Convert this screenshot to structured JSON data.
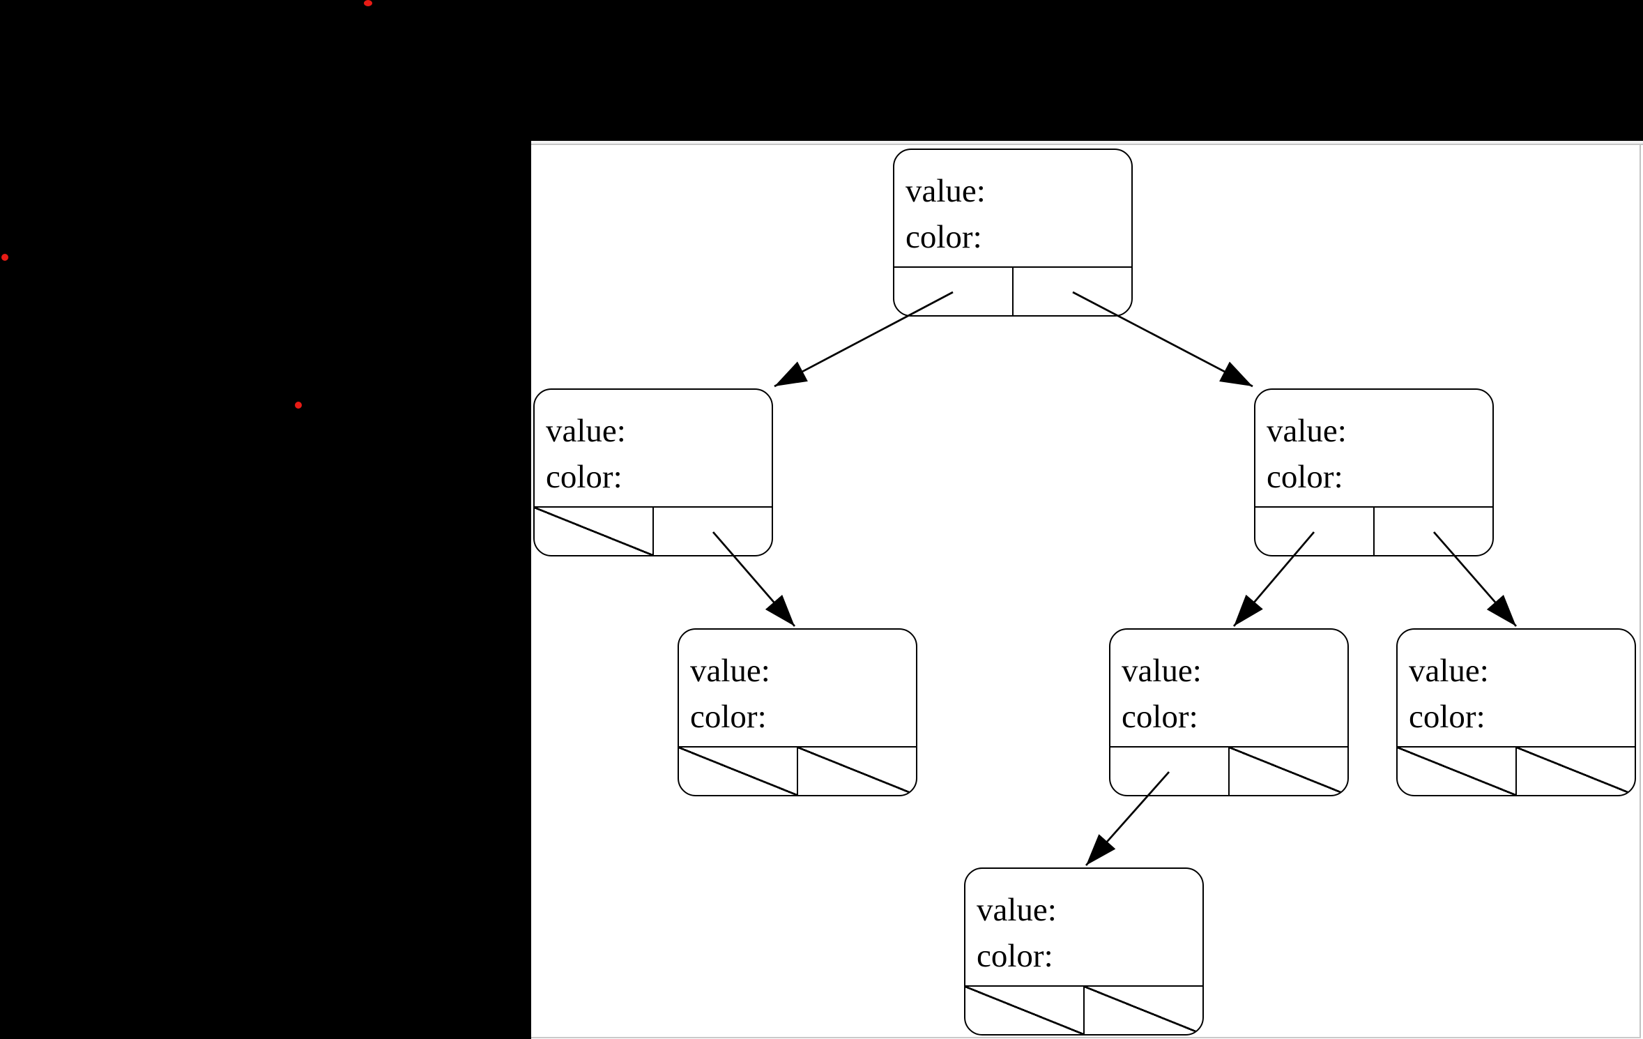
{
  "diagram": {
    "kind": "binary-tree-node-diagram",
    "description": "Seven linked tree nodes, each with value and color fields and two child-pointer cells; slashed cells are null pointers."
  },
  "colors": {
    "background": "#000000",
    "canvas": "#ffffff",
    "line": "#000000",
    "cursor_dot": "#e81b15"
  },
  "tree": {
    "nodes": [
      {
        "id": "root",
        "value_label": "value:",
        "color_label": "color:",
        "left": "L",
        "right": "R"
      },
      {
        "id": "L",
        "value_label": "value:",
        "color_label": "color:",
        "left": null,
        "right": "LR"
      },
      {
        "id": "R",
        "value_label": "value:",
        "color_label": "color:",
        "left": "RL",
        "right": "RR"
      },
      {
        "id": "LR",
        "value_label": "value:",
        "color_label": "color:",
        "left": null,
        "right": null
      },
      {
        "id": "RL",
        "value_label": "value:",
        "color_label": "color:",
        "left": "B",
        "right": null
      },
      {
        "id": "RR",
        "value_label": "value:",
        "color_label": "color:",
        "left": null,
        "right": null
      },
      {
        "id": "B",
        "value_label": "value:",
        "color_label": "color:",
        "left": null,
        "right": null
      }
    ],
    "edges": [
      {
        "from": "root",
        "side": "left",
        "to": "L"
      },
      {
        "from": "root",
        "side": "right",
        "to": "R"
      },
      {
        "from": "L",
        "side": "right",
        "to": "LR"
      },
      {
        "from": "R",
        "side": "left",
        "to": "RL"
      },
      {
        "from": "R",
        "side": "right",
        "to": "RR"
      },
      {
        "from": "RL",
        "side": "left",
        "to": "B"
      }
    ]
  }
}
